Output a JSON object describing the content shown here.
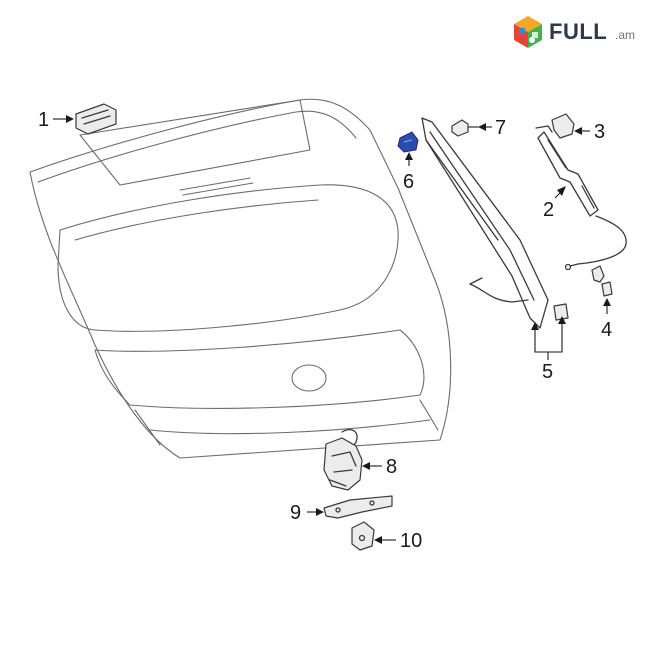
{
  "brand": {
    "word": "FULL",
    "tld": ".am",
    "colors": {
      "red": "#e8433b",
      "green": "#3fb54a",
      "blue": "#2d8fd5",
      "orange": "#f5a623"
    }
  },
  "callouts": [
    "1",
    "2",
    "3",
    "4",
    "5",
    "6",
    "7",
    "8",
    "9",
    "10"
  ],
  "highlight_color": "#2a4cb0"
}
